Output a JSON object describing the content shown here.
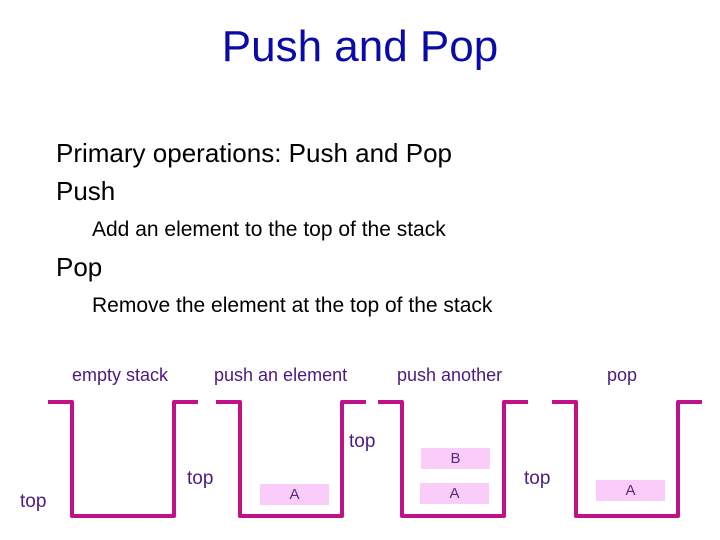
{
  "slide": {
    "title": "Push and Pop",
    "bullets": [
      {
        "level": 1,
        "text": "Primary operations: Push and Pop"
      },
      {
        "level": 1,
        "text": "Push"
      },
      {
        "level": 2,
        "text": "Add an element to the top of the stack"
      },
      {
        "level": 1,
        "text": "Pop"
      },
      {
        "level": 2,
        "text": "Remove the element at the top of the stack"
      }
    ]
  },
  "diagram": {
    "colors": {
      "title": "#0a0aa8",
      "stack_wall": "#c0118a",
      "label": "#4b1a80",
      "element_fill": "#f9ccf9"
    },
    "stacks": [
      {
        "caption": "empty stack",
        "top_label": "top",
        "elements": []
      },
      {
        "caption": "push an element",
        "top_label": "top",
        "elements": [
          "A"
        ]
      },
      {
        "caption": "push another",
        "top_label": "top",
        "elements": [
          "A",
          "B"
        ]
      },
      {
        "caption": "pop",
        "top_label": "top",
        "elements": [
          "A"
        ]
      }
    ]
  }
}
